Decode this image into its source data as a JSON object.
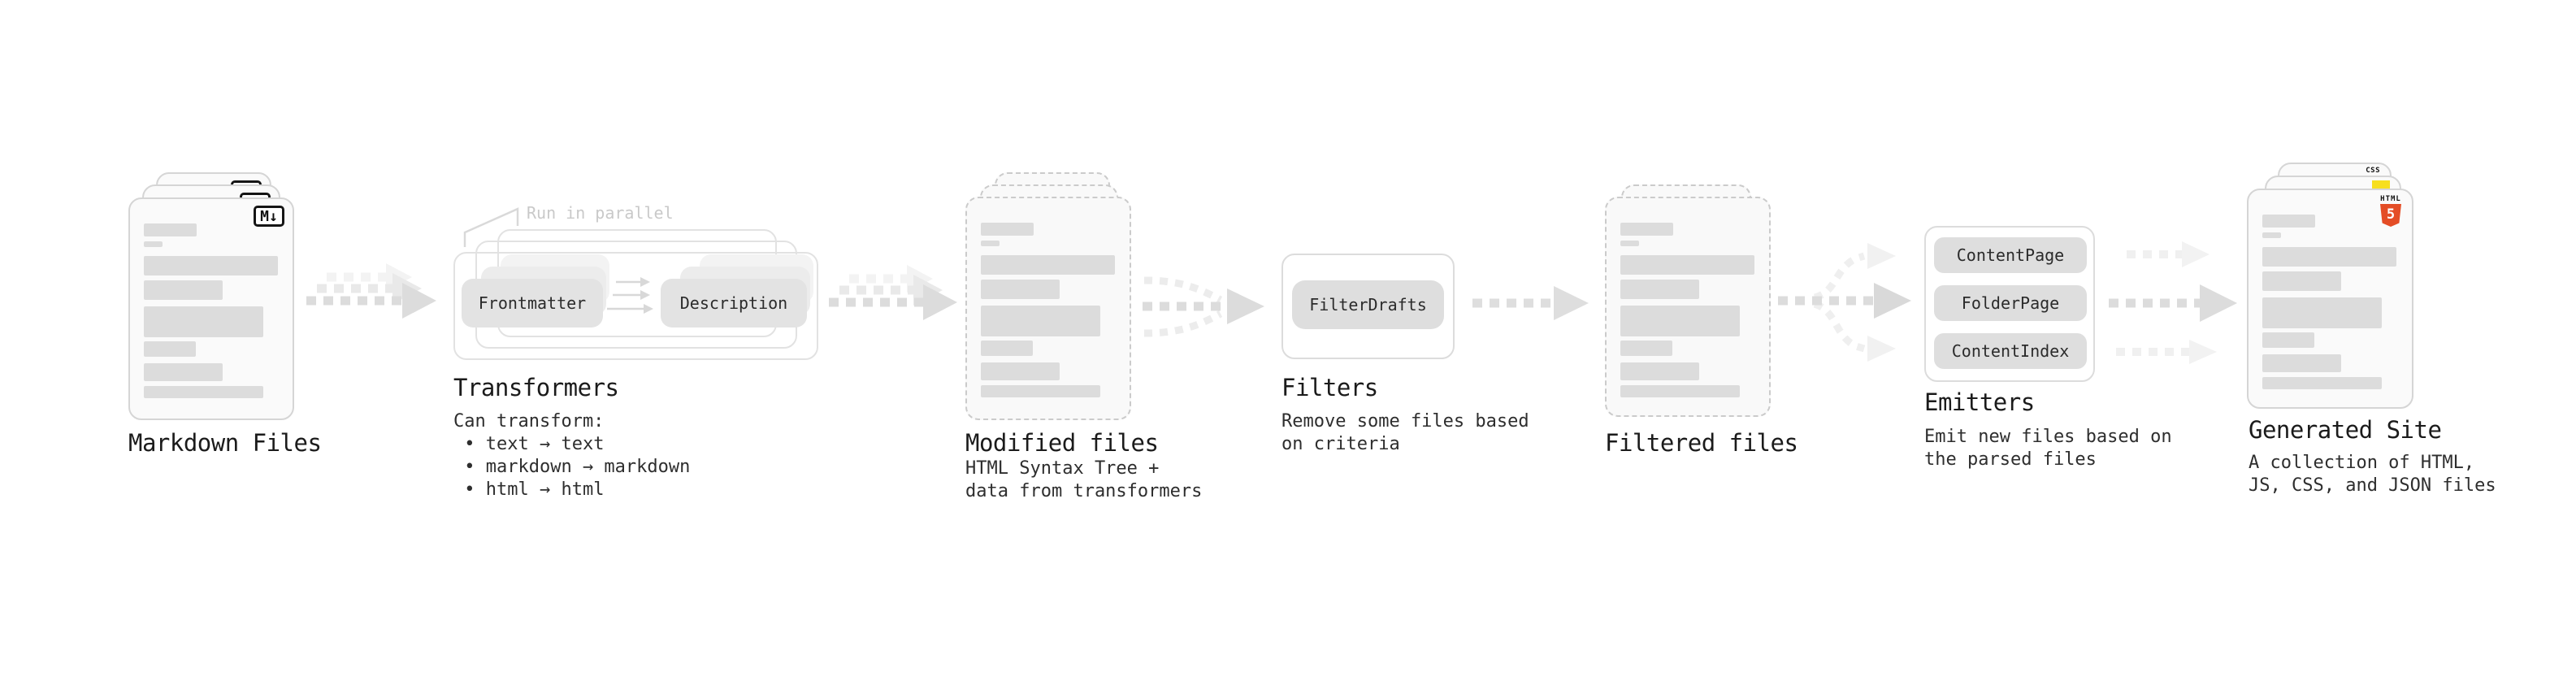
{
  "stages": {
    "markdown_files": {
      "label": "Markdown Files",
      "badge": "M↓"
    },
    "transformers": {
      "label": "Transformers",
      "callout": "Run in parallel",
      "pill_left": "Frontmatter",
      "pill_right": "Description",
      "description": "Can transform:\n • text → text\n • markdown → markdown\n • html → html"
    },
    "modified_files": {
      "label": "Modified files",
      "description": "HTML Syntax Tree +\ndata from transformers"
    },
    "filters": {
      "label": "Filters",
      "pill": "FilterDrafts",
      "description": "Remove some files based\non criteria"
    },
    "filtered_files": {
      "label": "Filtered files"
    },
    "emitters": {
      "label": "Emitters",
      "pills": [
        "ContentPage",
        "FolderPage",
        "ContentIndex"
      ],
      "description": "Emit new files based on\nthe parsed files"
    },
    "generated_site": {
      "label": "Generated Site",
      "description": "A collection of HTML,\nJS, CSS, and JSON files",
      "badges": {
        "css": "CSS",
        "html_word": "HTML",
        "html_number": "5"
      }
    }
  },
  "colors": {
    "html5_orange": "#e44d26",
    "js_yellow": "#f7df1e",
    "css_blue": "#2965f1"
  }
}
